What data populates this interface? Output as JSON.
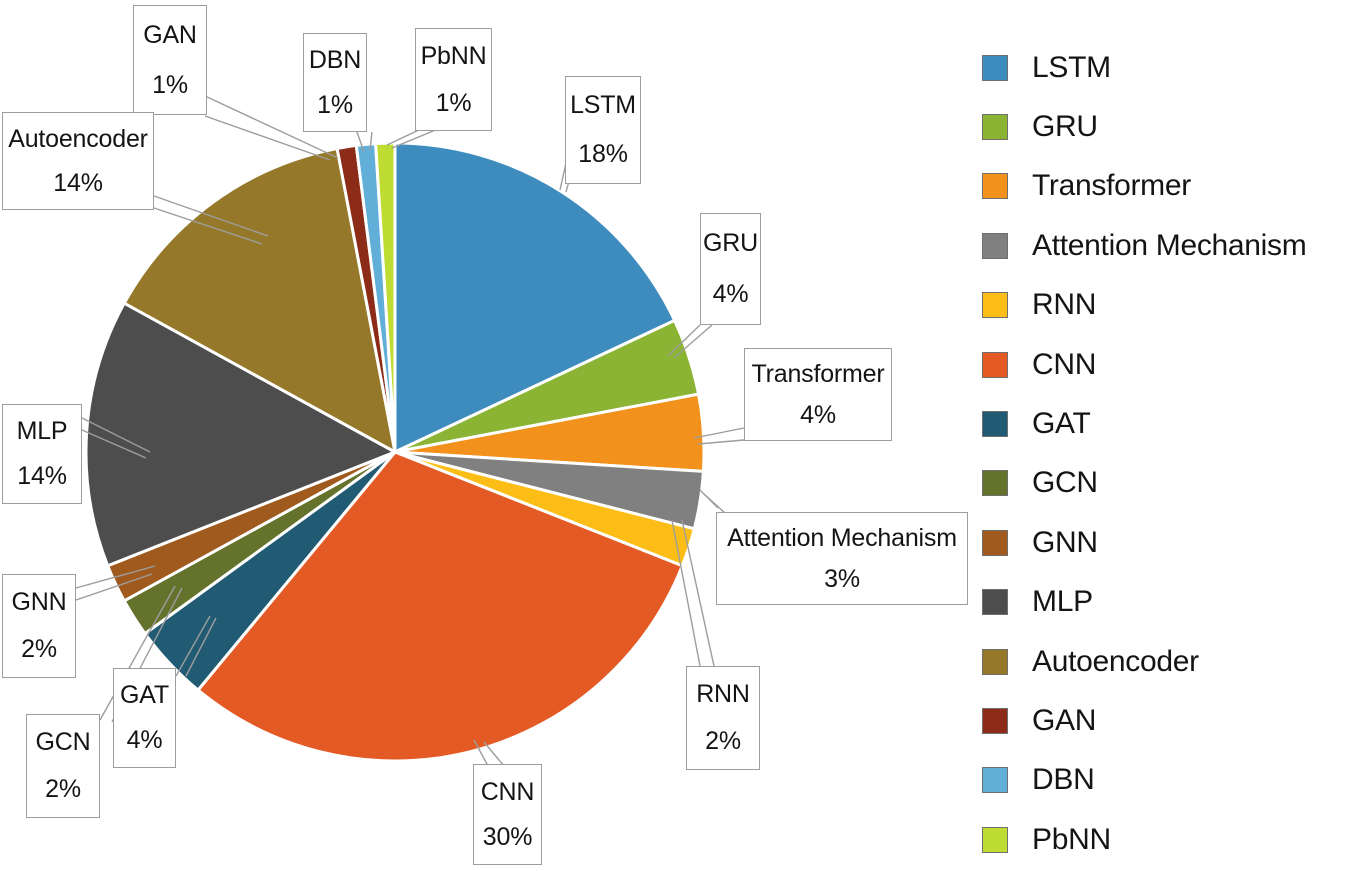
{
  "chart_data": {
    "type": "pie",
    "title": "",
    "legend_position": "right",
    "categories": [
      "LSTM",
      "GRU",
      "Transformer",
      "Attention Mechanism",
      "RNN",
      "CNN",
      "GAT",
      "GCN",
      "GNN",
      "MLP",
      "Autoencoder",
      "GAN",
      "DBN",
      "PbNN"
    ],
    "values": [
      18,
      4,
      4,
      3,
      2,
      30,
      4,
      2,
      2,
      14,
      14,
      1,
      1,
      1
    ],
    "value_labels": [
      "18%",
      "4%",
      "4%",
      "3%",
      "2%",
      "30%",
      "4%",
      "2%",
      "2%",
      "14%",
      "14%",
      "1%",
      "1%",
      "1%"
    ],
    "unit": "%",
    "colors": [
      "#3E8BBE",
      "#8CB434",
      "#F2911B",
      "#808080",
      "#FCBE16",
      "#E35A25",
      "#215B73",
      "#64722C",
      "#A05A1E",
      "#4D4D4D",
      "#96782A",
      "#8B2B18",
      "#61AFD8",
      "#BEDC32"
    ]
  },
  "legend": {
    "items": [
      {
        "label": "LSTM",
        "color": "#3E8BBE"
      },
      {
        "label": "GRU",
        "color": "#8CB434"
      },
      {
        "label": "Transformer",
        "color": "#F2911B"
      },
      {
        "label": "Attention Mechanism",
        "color": "#808080"
      },
      {
        "label": "RNN",
        "color": "#FCBE16"
      },
      {
        "label": "CNN",
        "color": "#E35A25"
      },
      {
        "label": "GAT",
        "color": "#215B73"
      },
      {
        "label": "GCN",
        "color": "#64722C"
      },
      {
        "label": "GNN",
        "color": "#A05A1E"
      },
      {
        "label": "MLP",
        "color": "#4D4D4D"
      },
      {
        "label": "Autoencoder",
        "color": "#96782A"
      },
      {
        "label": "GAN",
        "color": "#8B2B18"
      },
      {
        "label": "DBN",
        "color": "#61AFD8"
      },
      {
        "label": "PbNN",
        "color": "#BEDC32"
      }
    ]
  },
  "callouts": [
    {
      "name": "GAN",
      "pct": "1%"
    },
    {
      "name": "DBN",
      "pct": "1%"
    },
    {
      "name": "PbNN",
      "pct": "1%"
    },
    {
      "name": "LSTM",
      "pct": "18%"
    },
    {
      "name": "Autoencoder",
      "pct": "14%"
    },
    {
      "name": "GRU",
      "pct": "4%"
    },
    {
      "name": "Transformer",
      "pct": "4%"
    },
    {
      "name": "MLP",
      "pct": "14%"
    },
    {
      "name": "Attention Mechanism",
      "pct": "3%"
    },
    {
      "name": "GNN",
      "pct": "2%"
    },
    {
      "name": "RNN",
      "pct": "2%"
    },
    {
      "name": "GCN",
      "pct": "2%"
    },
    {
      "name": "GAT",
      "pct": "4%"
    },
    {
      "name": "CNN",
      "pct": "30%"
    }
  ]
}
